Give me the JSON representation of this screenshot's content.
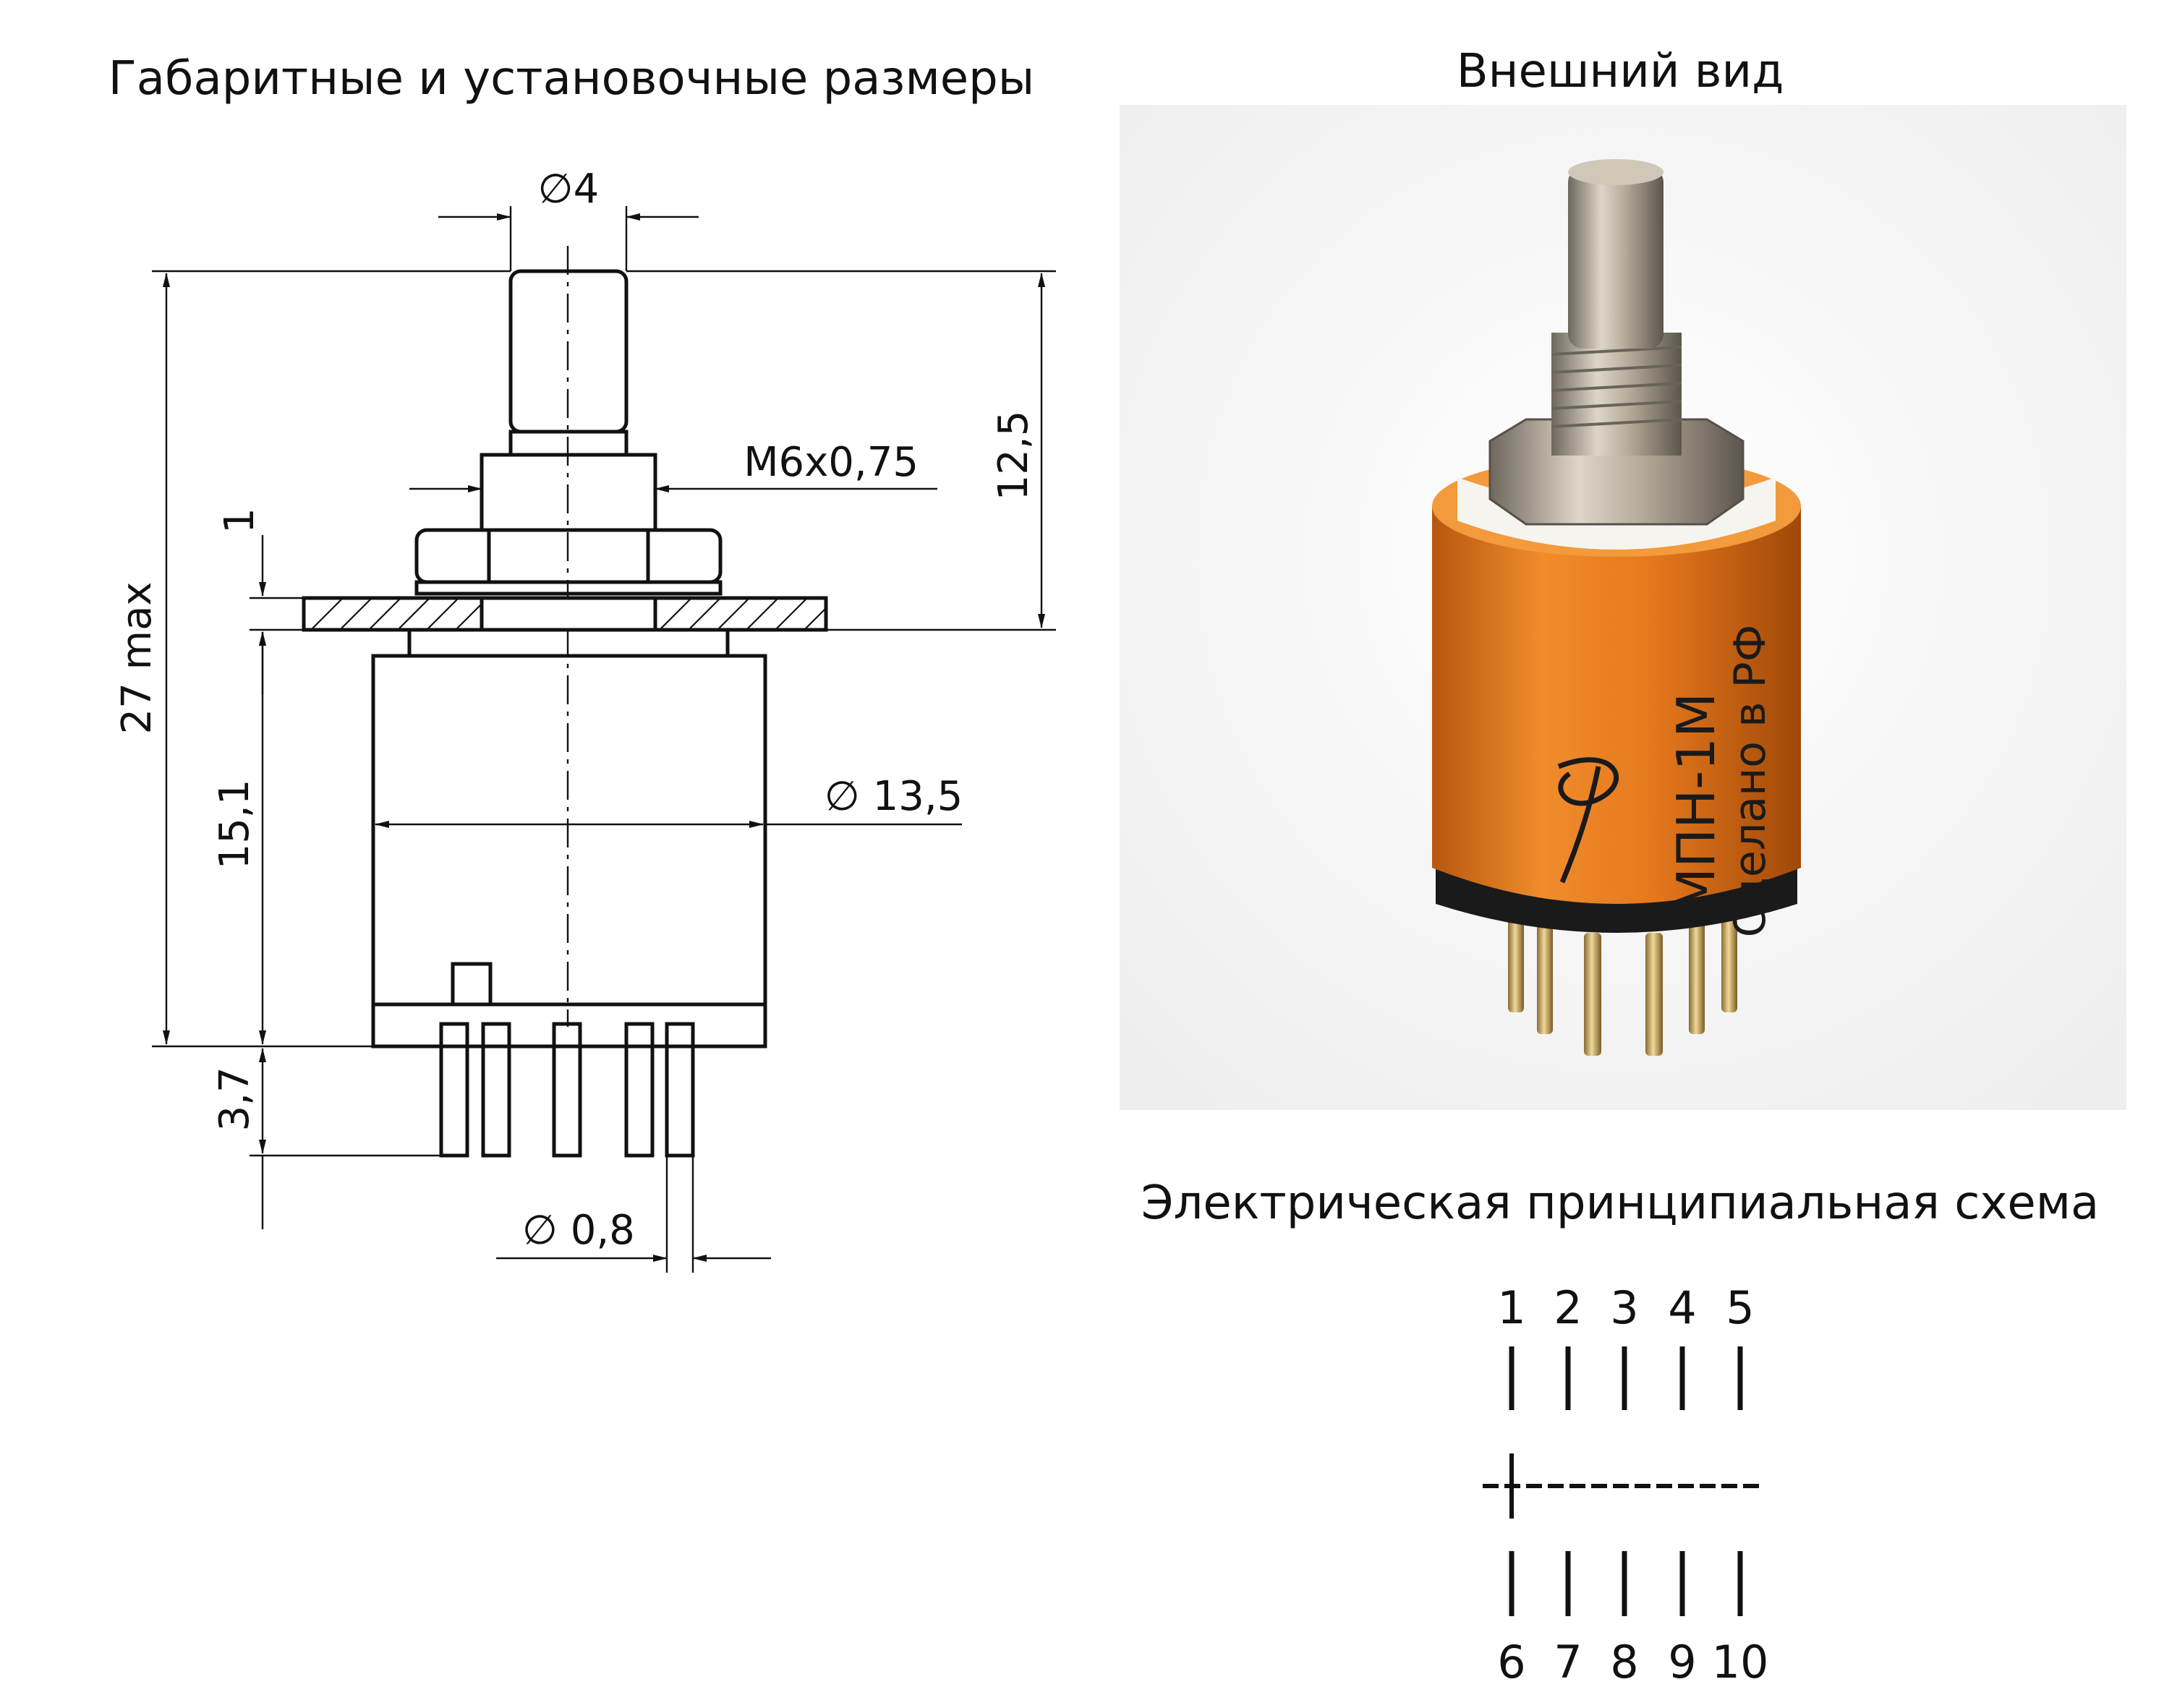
{
  "drawing": {
    "title": "Габаритные и установочные размеры",
    "dims": {
      "shaft_dia": "∅4",
      "thread": "M6x0,75",
      "shaft_height": "12,5",
      "washer": "1",
      "overall": "27 max",
      "body_height": "15,1",
      "body_dia": "∅ 13,5",
      "pin_len": "3,7",
      "pin_dia": "∅ 0,8"
    }
  },
  "photo": {
    "title": "Внешний вид",
    "label_model": "МПН-1М",
    "label_origin": "Сделано в РФ",
    "colors": {
      "body": "#e07a22",
      "metal": "#b9b0a2",
      "base": "#1a1a1a"
    }
  },
  "schematic": {
    "title": "Электрическая принципиальная схема",
    "top_pins": [
      "1",
      "2",
      "3",
      "4",
      "5"
    ],
    "bottom_pins": [
      "6",
      "7",
      "8",
      "9",
      "10"
    ]
  }
}
